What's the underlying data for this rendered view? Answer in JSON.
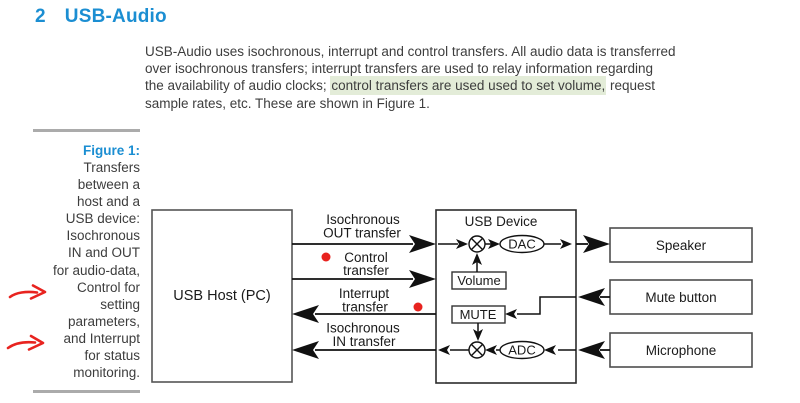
{
  "heading": {
    "number": "2",
    "title": "USB-Audio"
  },
  "paragraph": {
    "line1": "USB-Audio uses isochronous, interrupt and control transfers. All audio data is transferred",
    "line2": "over isochronous transfers; interrupt transfers are used to relay information regarding",
    "line3_pre": "the availability of audio clocks; ",
    "line3_highlight": "control transfers are used used to set volume,",
    "line3_post": " request",
    "line4": "sample rates, etc. These are shown in Figure 1."
  },
  "figure_caption": {
    "label": "Figure 1:",
    "lines": [
      "Transfers",
      "between a",
      "host and a",
      "USB device:",
      "Isochronous",
      "IN and OUT",
      "for audio-data,",
      "Control for",
      "setting",
      "parameters,",
      "and Interrupt",
      "for status",
      "monitoring."
    ]
  },
  "diagram": {
    "host_label": "USB Host (PC)",
    "device_label": "USB Device",
    "transfers": {
      "iso_out_line1": "Isochronous",
      "iso_out_line2": "OUT transfer",
      "control_line1": "Control",
      "control_line2": "transfer",
      "interrupt_line1": "Interrupt",
      "interrupt_line2": "transfer",
      "iso_in_line1": "Isochronous",
      "iso_in_line2": "IN transfer"
    },
    "blocks": {
      "volume": "Volume",
      "mute": "MUTE",
      "dac": "DAC",
      "adc": "ADC"
    },
    "peripherals": {
      "speaker": "Speaker",
      "mute_button": "Mute button",
      "microphone": "Microphone"
    }
  },
  "colors": {
    "heading_blue": "#1b8ed2",
    "caption_blue": "#1b8ed2",
    "highlight_green": "#e3ecd8",
    "annotation_red": "#e8231f",
    "body_text": "#3d3d3d",
    "rule_gray": "#ababab",
    "diagram_stroke": "#1a1a1a"
  }
}
